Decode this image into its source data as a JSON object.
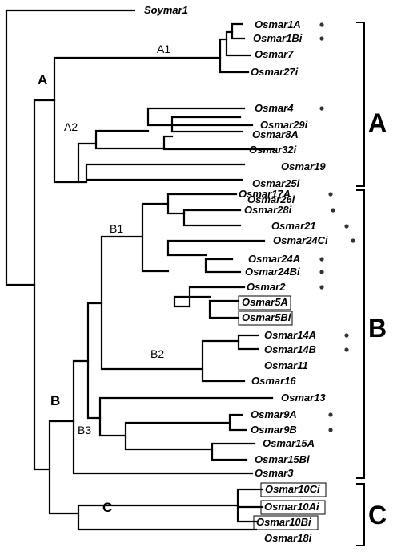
{
  "leaves": [
    {
      "label": "Soymar1"
    },
    {
      "label": "Osmar1A"
    },
    {
      "label": "Osmar1Bi"
    },
    {
      "label": "Osmar7"
    },
    {
      "label": "Osmar27i"
    },
    {
      "label": "Osmar4"
    },
    {
      "label": "Osmar29i"
    },
    {
      "label": "Osmar8A"
    },
    {
      "label": "Osmar32i"
    },
    {
      "label": "Osmar19"
    },
    {
      "label": "Osmar25i"
    },
    {
      "label": "Osmar26i"
    },
    {
      "label": "Osmar17A"
    },
    {
      "label": "Osmar28i"
    },
    {
      "label": "Osmar21"
    },
    {
      "label": "Osmar24Ci"
    },
    {
      "label": "Osmar24A"
    },
    {
      "label": "Osmar24Bi"
    },
    {
      "label": "Osmar2"
    },
    {
      "label": "Osmar5A"
    },
    {
      "label": "Osmar5Bi"
    },
    {
      "label": "Osmar14A"
    },
    {
      "label": "Osmar14B"
    },
    {
      "label": "Osmar11"
    },
    {
      "label": "Osmar16"
    },
    {
      "label": "Osmar13"
    },
    {
      "label": "Osmar9A"
    },
    {
      "label": "Osmar9B"
    },
    {
      "label": "Osmar15A"
    },
    {
      "label": "Osmar15Bi"
    },
    {
      "label": "Osmar3"
    },
    {
      "label": "Osmar10Ci"
    },
    {
      "label": "Osmar10Ai"
    },
    {
      "label": "Osmar10Bi"
    },
    {
      "label": "Osmar18i"
    }
  ],
  "node_labels": {
    "a": "A",
    "a1": "A1",
    "a2": "A2",
    "b": "B",
    "b1": "B1",
    "b2": "B2",
    "b3": "B3",
    "c": "C"
  },
  "clades": {
    "a": "A",
    "b": "B",
    "c": "C"
  }
}
